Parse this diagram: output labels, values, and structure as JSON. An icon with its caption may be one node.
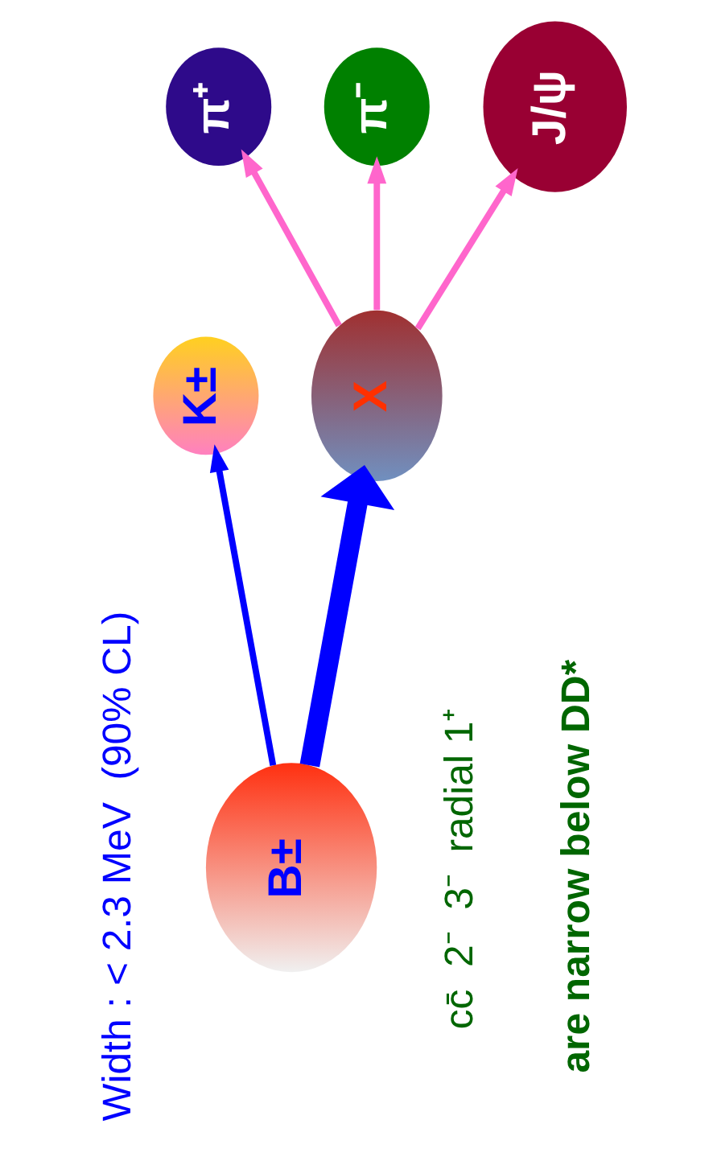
{
  "diagram": {
    "nodes": [
      {
        "text": [
          "B±"
        ]
      },
      {
        "text": [
          "K±"
        ]
      },
      {
        "text": [
          "X"
        ]
      },
      {
        "text": [
          "π⁺"
        ]
      },
      {
        "text": [
          "π⁻"
        ]
      },
      {
        "text": [
          "J/ψ"
        ]
      }
    ],
    "edges": [
      {
        "from": 0,
        "to": 1,
        "arrow": "to",
        "color": "#0000ff"
      },
      {
        "from": 0,
        "to": 2,
        "arrow": "to",
        "color": "#0000ff",
        "style": "thick"
      },
      {
        "from": 2,
        "to": 3,
        "arrow": "to"
      },
      {
        "from": 2,
        "to": 4,
        "arrow": "to"
      },
      {
        "from": 2,
        "to": 5,
        "arrow": "to"
      }
    ],
    "labels": [
      "Width : < 2.3 MeV  (90% CL)",
      "cc̄  2⁻  3⁻  radial 1⁺",
      "are narrow below DD*"
    ]
  }
}
